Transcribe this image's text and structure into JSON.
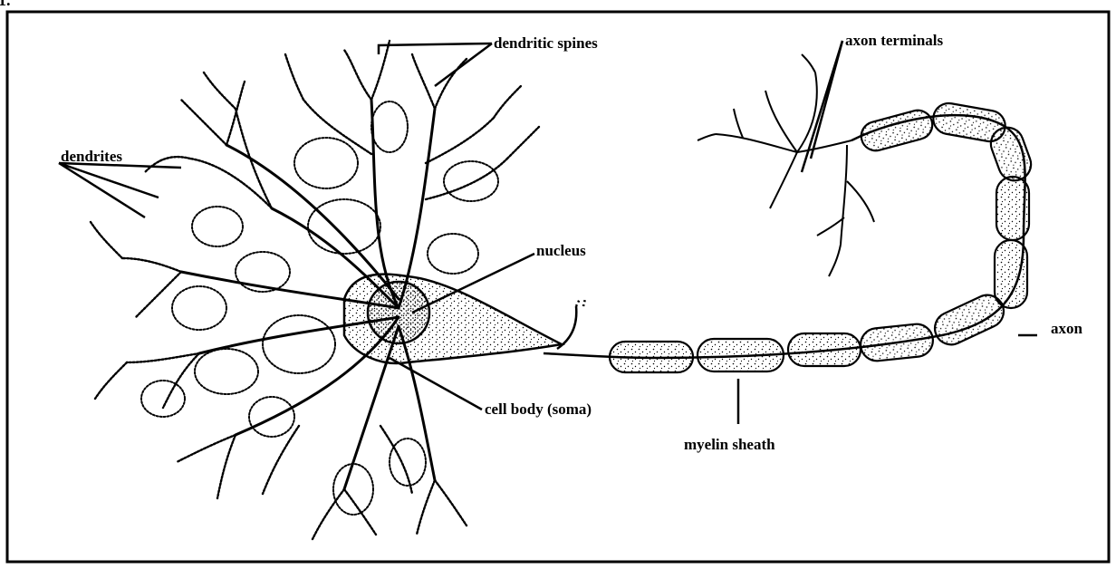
{
  "figure": {
    "corner_mark": "1.",
    "labels": {
      "dendritic_spines": "dendritic spines",
      "axon_terminals": "axon terminals",
      "dendrites": "dendrites",
      "nucleus": "nucleus",
      "axon": "axon",
      "cell_body": "cell body (soma)",
      "myelin_sheath": "myelin sheath"
    }
  }
}
